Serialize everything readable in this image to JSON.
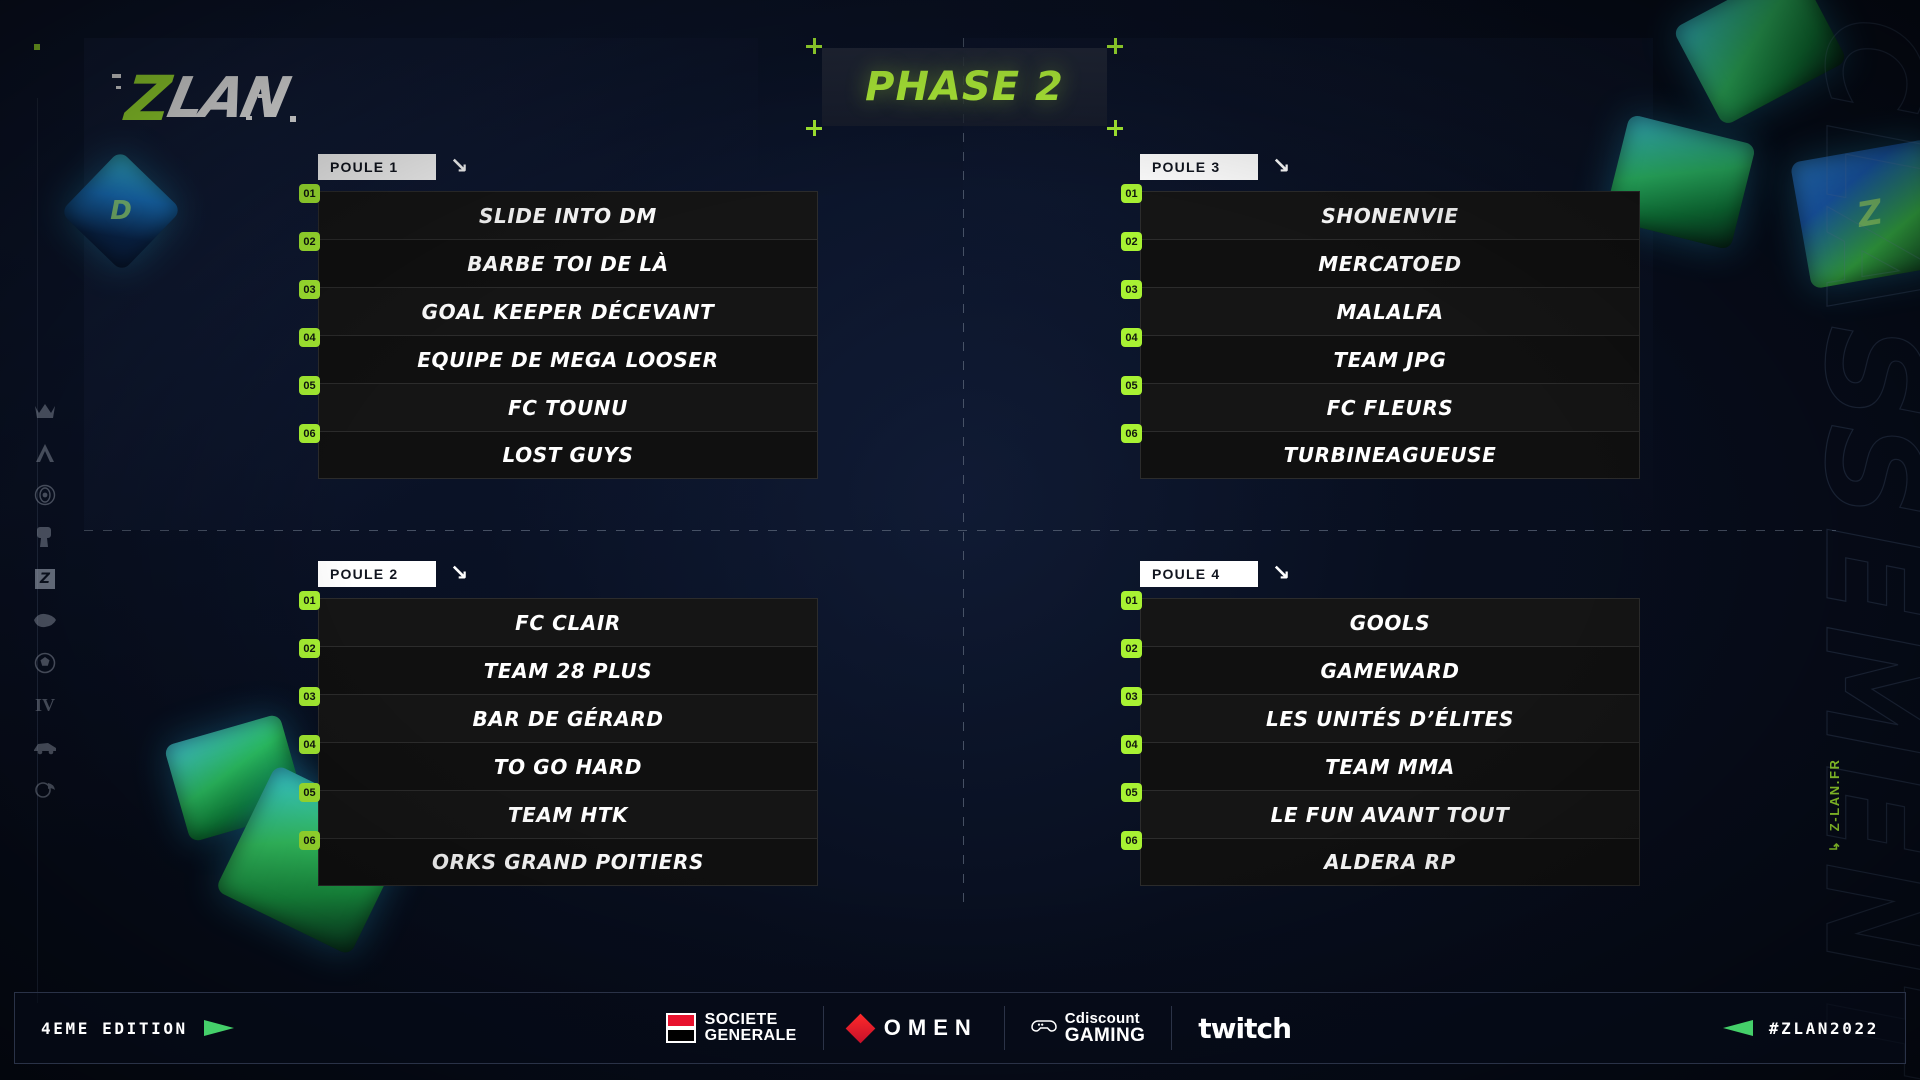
{
  "brand": {
    "logo_z": "Z",
    "logo_lan": "LAN",
    "classement_label": "CLASSEMENT",
    "site_label": "Z-LAN.FR",
    "site_arrow": "↳"
  },
  "header": {
    "phase_title": "PHASE 2"
  },
  "colors": {
    "accent_lime": "#a8f233",
    "phase_text": "#b4f53a",
    "background": "#070d1c",
    "row_bg": "#151515",
    "tag_bg": "#ffffff",
    "sponsor_red": "#e8122e"
  },
  "pools": [
    {
      "name": "POULE 1",
      "arrow": "↘",
      "teams": [
        {
          "rank": "01",
          "name": "SLIDE INTO DM"
        },
        {
          "rank": "02",
          "name": "BARBE TOI DE LÀ"
        },
        {
          "rank": "03",
          "name": "GOAL KEEPER DÉCEVANT"
        },
        {
          "rank": "04",
          "name": "EQUIPE DE MEGA LOOSER"
        },
        {
          "rank": "05",
          "name": "FC TOUNU"
        },
        {
          "rank": "06",
          "name": "LOST GUYS"
        }
      ]
    },
    {
      "name": "POULE 2",
      "arrow": "↘",
      "teams": [
        {
          "rank": "01",
          "name": "FC CLAIR"
        },
        {
          "rank": "02",
          "name": "TEAM 28 PLUS"
        },
        {
          "rank": "03",
          "name": "BAR DE GÉRARD"
        },
        {
          "rank": "04",
          "name": "TO GO HARD"
        },
        {
          "rank": "05",
          "name": "TEAM HTK"
        },
        {
          "rank": "06",
          "name": "ORKS GRAND POITIERS"
        }
      ]
    },
    {
      "name": "POULE 3",
      "arrow": "↘",
      "teams": [
        {
          "rank": "01",
          "name": "SHONENVIE"
        },
        {
          "rank": "02",
          "name": "MERCATOED"
        },
        {
          "rank": "03",
          "name": "MALALFA"
        },
        {
          "rank": "04",
          "name": "TEAM JPG"
        },
        {
          "rank": "05",
          "name": "FC FLEURS"
        },
        {
          "rank": "06",
          "name": "TURBINEAGUEUSE"
        }
      ]
    },
    {
      "name": "POULE 4",
      "arrow": "↘",
      "teams": [
        {
          "rank": "01",
          "name": "GOOLS"
        },
        {
          "rank": "02",
          "name": "GAMEWARD"
        },
        {
          "rank": "03",
          "name": "LES UNITÉS D’ÉLITES"
        },
        {
          "rank": "04",
          "name": "TEAM MMA"
        },
        {
          "rank": "05",
          "name": "LE FUN AVANT TOUT"
        },
        {
          "rank": "06",
          "name": "ALDERA RP"
        }
      ]
    }
  ],
  "rail": {
    "icons": [
      "crown-icon",
      "apex-chevron-icon",
      "rocket-league-logo-icon",
      "character-icon",
      "zlan-z-icon",
      "glove-icon",
      "football-icon",
      "roman-four-icon",
      "car-icon",
      "flaming-ball-icon"
    ],
    "zlan_z_label": "Z",
    "roman_four_label": "IV"
  },
  "footer": {
    "edition_label": "4EME EDITION",
    "hashtag": "#ZLAN2022",
    "sponsors": [
      {
        "id": "societe-generale",
        "line1": "SOCIETE",
        "line2": "GENERALE"
      },
      {
        "id": "omen",
        "label": "OMEN"
      },
      {
        "id": "cdiscount-gaming",
        "line1": "Cdiscount",
        "line2": "GAMING"
      },
      {
        "id": "twitch",
        "label": "twitch"
      }
    ]
  },
  "decor": {
    "keycap_letters": [
      "D",
      "Z",
      "Z",
      "",
      "",
      "",
      ""
    ]
  }
}
